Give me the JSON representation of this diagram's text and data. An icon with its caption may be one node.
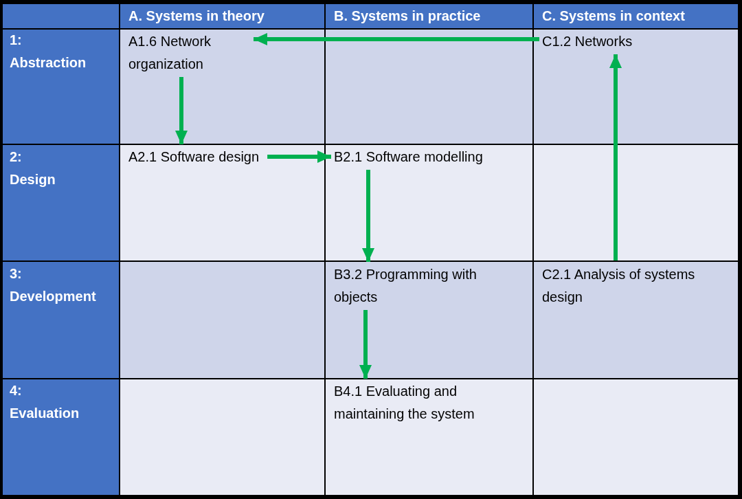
{
  "diagram": {
    "nodes": [
      {
        "text": [
          "A1.6 Network organization"
        ]
      },
      {
        "text": [
          "C1.2 Networks"
        ]
      },
      {
        "text": [
          "A2.1 Software design"
        ]
      },
      {
        "text": [
          "B2.1 Software modelling"
        ]
      },
      {
        "text": [
          "B3.2 Programming with objects"
        ]
      },
      {
        "text": [
          "C2.1 Analysis of systems design"
        ]
      },
      {
        "text": [
          "B4.1 Evaluating and maintaining the system"
        ]
      }
    ],
    "edges": [
      {
        "from": 1,
        "to": 0,
        "arrow": "to"
      },
      {
        "from": 0,
        "to": 2,
        "arrow": "to"
      },
      {
        "from": 2,
        "to": 3,
        "arrow": "to"
      },
      {
        "from": 3,
        "to": 4,
        "arrow": "to"
      },
      {
        "from": 4,
        "to": 6,
        "arrow": "to"
      },
      {
        "from": 5,
        "to": 1,
        "arrow": "to"
      }
    ],
    "labels": [
      "A. Systems in theory",
      "B. Systems in practice",
      "C. Systems in context",
      "1: Abstraction",
      "2: Design",
      "3: Development",
      "4: Evaluation"
    ]
  }
}
